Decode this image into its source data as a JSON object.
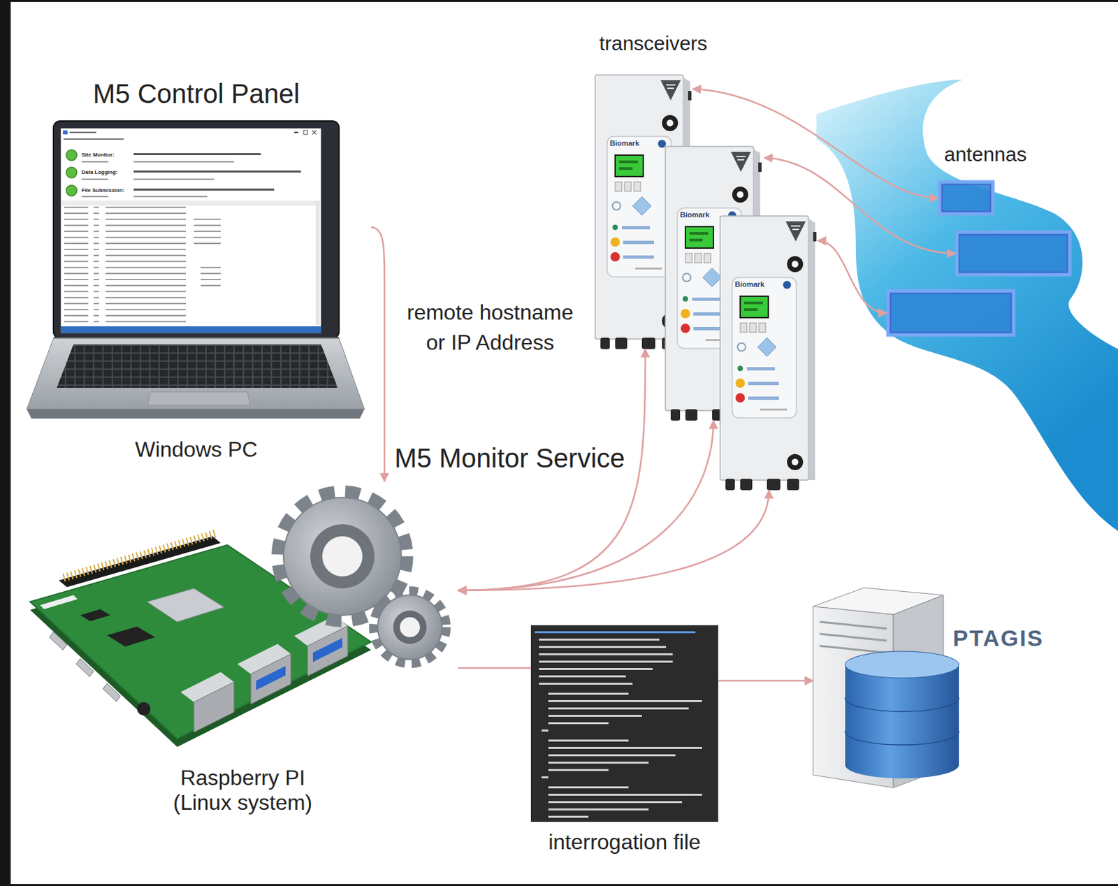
{
  "diagram": {
    "nodes": [
      {
        "text": [
          "M5 Control Panel",
          "Site Monitor:",
          "Data Logging:",
          "File Submission:",
          "Windows PC"
        ]
      },
      {
        "text": [
          "M5 Monitor Service"
        ]
      },
      {
        "text": [
          "Raspberry PI (Linux system)"
        ]
      },
      {
        "text": [
          "Biomark"
        ]
      },
      {
        "text": [
          "Biomark"
        ]
      },
      {
        "text": [
          "Biomark"
        ]
      },
      {
        "text": [
          "interrogation file"
        ]
      },
      {
        "text": [
          "PTAGIS"
        ]
      }
    ],
    "edges": [
      {
        "from": 0,
        "to": 1,
        "label": "remote hostname or IP Address",
        "arrow": "to"
      },
      {
        "from": 1,
        "to": 3,
        "arrow": "both"
      },
      {
        "from": 1,
        "to": 4,
        "arrow": "both"
      },
      {
        "from": 1,
        "to": 5,
        "arrow": "both"
      },
      {
        "from": 1,
        "to": 6,
        "arrow": "none"
      },
      {
        "from": 6,
        "to": 7,
        "arrow": "to"
      }
    ],
    "labels": [
      "transceivers",
      "antennas"
    ]
  }
}
